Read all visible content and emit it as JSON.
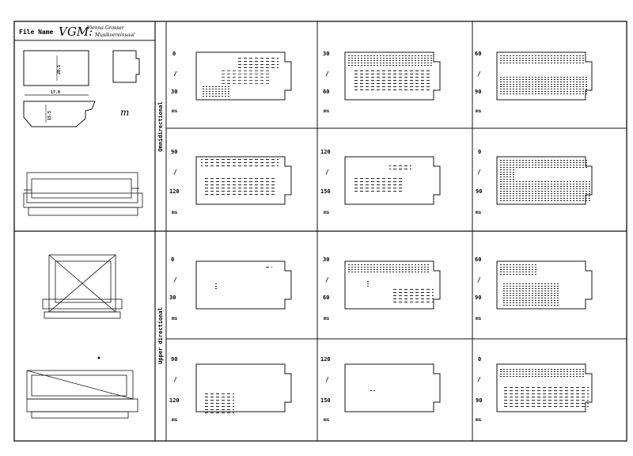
{
  "header": {
    "file_name_label": "File Name",
    "file_name_value": "VGM:",
    "subtitle_line1": "Vienna Grosser",
    "subtitle_line2": "Musikvereinsaal"
  },
  "dimensions": {
    "width_label": "17.0",
    "height_label": "20.5",
    "section_height_label": "15.5",
    "scale_mark": "m"
  },
  "sections": [
    {
      "label": "Omnidirectional"
    },
    {
      "label": "Upper directional"
    }
  ],
  "marker": "/",
  "unit": "ms",
  "cells": [
    {
      "start": "0",
      "end": "30"
    },
    {
      "start": "30",
      "end": "60"
    },
    {
      "start": "60",
      "end": "90"
    },
    {
      "start": "90",
      "end": "120"
    },
    {
      "start": "120",
      "end": "150"
    },
    {
      "start": "0",
      "end": "90"
    },
    {
      "start": "0",
      "end": "30"
    },
    {
      "start": "30",
      "end": "60"
    },
    {
      "start": "60",
      "end": "90"
    },
    {
      "start": "90",
      "end": "120"
    },
    {
      "start": "120",
      "end": "150"
    },
    {
      "start": "0",
      "end": "90"
    }
  ]
}
